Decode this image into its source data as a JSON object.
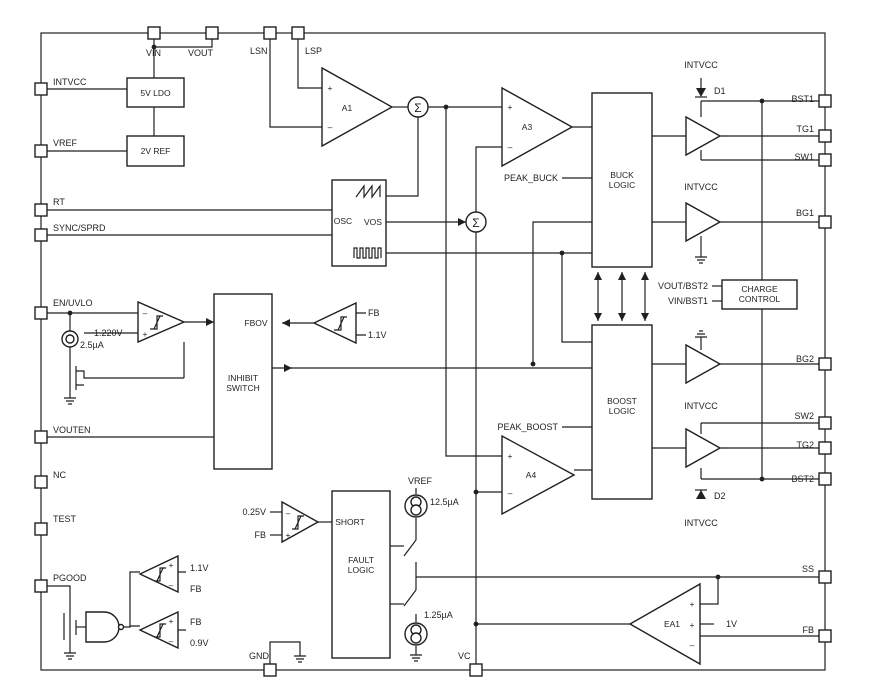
{
  "colors": {
    "ink": "#231f20",
    "background": "#ffffff"
  },
  "pins": {
    "vin": "VIN",
    "vout": "VOUT",
    "lsn": "LSN",
    "lsp": "LSP",
    "intvcc": "INTVCC",
    "vref": "VREF",
    "rt": "RT",
    "sync": "SYNC/SPRD",
    "en": "EN/UVLO",
    "vouten": "VOUTEN",
    "nc": "NC",
    "test": "TEST",
    "pgood": "PGOOD",
    "gnd": "GND",
    "vc": "VC",
    "bst1": "BST1",
    "tg1": "TG1",
    "sw1": "SW1",
    "bg1": "BG1",
    "bg2": "BG2",
    "sw2": "SW2",
    "tg2": "TG2",
    "bst2": "BST2",
    "ss": "SS",
    "fb": "FB"
  },
  "blocks": {
    "ldo": "5V LDO",
    "ref": "2V REF",
    "osc": "OSC",
    "vos": "VOS",
    "buck_1": "BUCK",
    "buck_2": "LOGIC",
    "boost_1": "BOOST",
    "boost_2": "LOGIC",
    "inhibit_1": "INHIBIT",
    "inhibit_2": "SWITCH",
    "fbov": "FBOV",
    "fault_1": "FAULT",
    "fault_2": "LOGIC",
    "short": "SHORT",
    "charge_1": "CHARGE",
    "charge_2": "CONTROL"
  },
  "amps": {
    "a1": "A1",
    "a3": "A3",
    "a4": "A4",
    "ea1": "EA1"
  },
  "labels": {
    "peak_buck": "PEAK_BUCK",
    "peak_boost": "PEAK_BOOST",
    "vout_bst2": "VOUT/BST2",
    "vin_bst1": "VIN/BST1",
    "intvcc_top": "INTVCC",
    "intvcc_bg1": "INTVCC",
    "intvcc_bg2": "INTVCC",
    "intvcc_bot": "INTVCC",
    "d1": "D1",
    "d2": "D2",
    "v1220": "1.220V",
    "i25": "2.5µA",
    "fb_ov": "FB",
    "v11_ov": "1.1V",
    "v025": "0.25V",
    "fb_short": "FB",
    "vref_src": "VREF",
    "i125": "12.5µA",
    "i125b": "1.25µA",
    "pg_v11": "1.1V",
    "pg_fb1": "FB",
    "pg_fb2": "FB",
    "pg_v09": "0.9V",
    "ea1_ref": "1V"
  },
  "symbols": {
    "sum": "Σ",
    "plus": "+",
    "minus": "–"
  }
}
